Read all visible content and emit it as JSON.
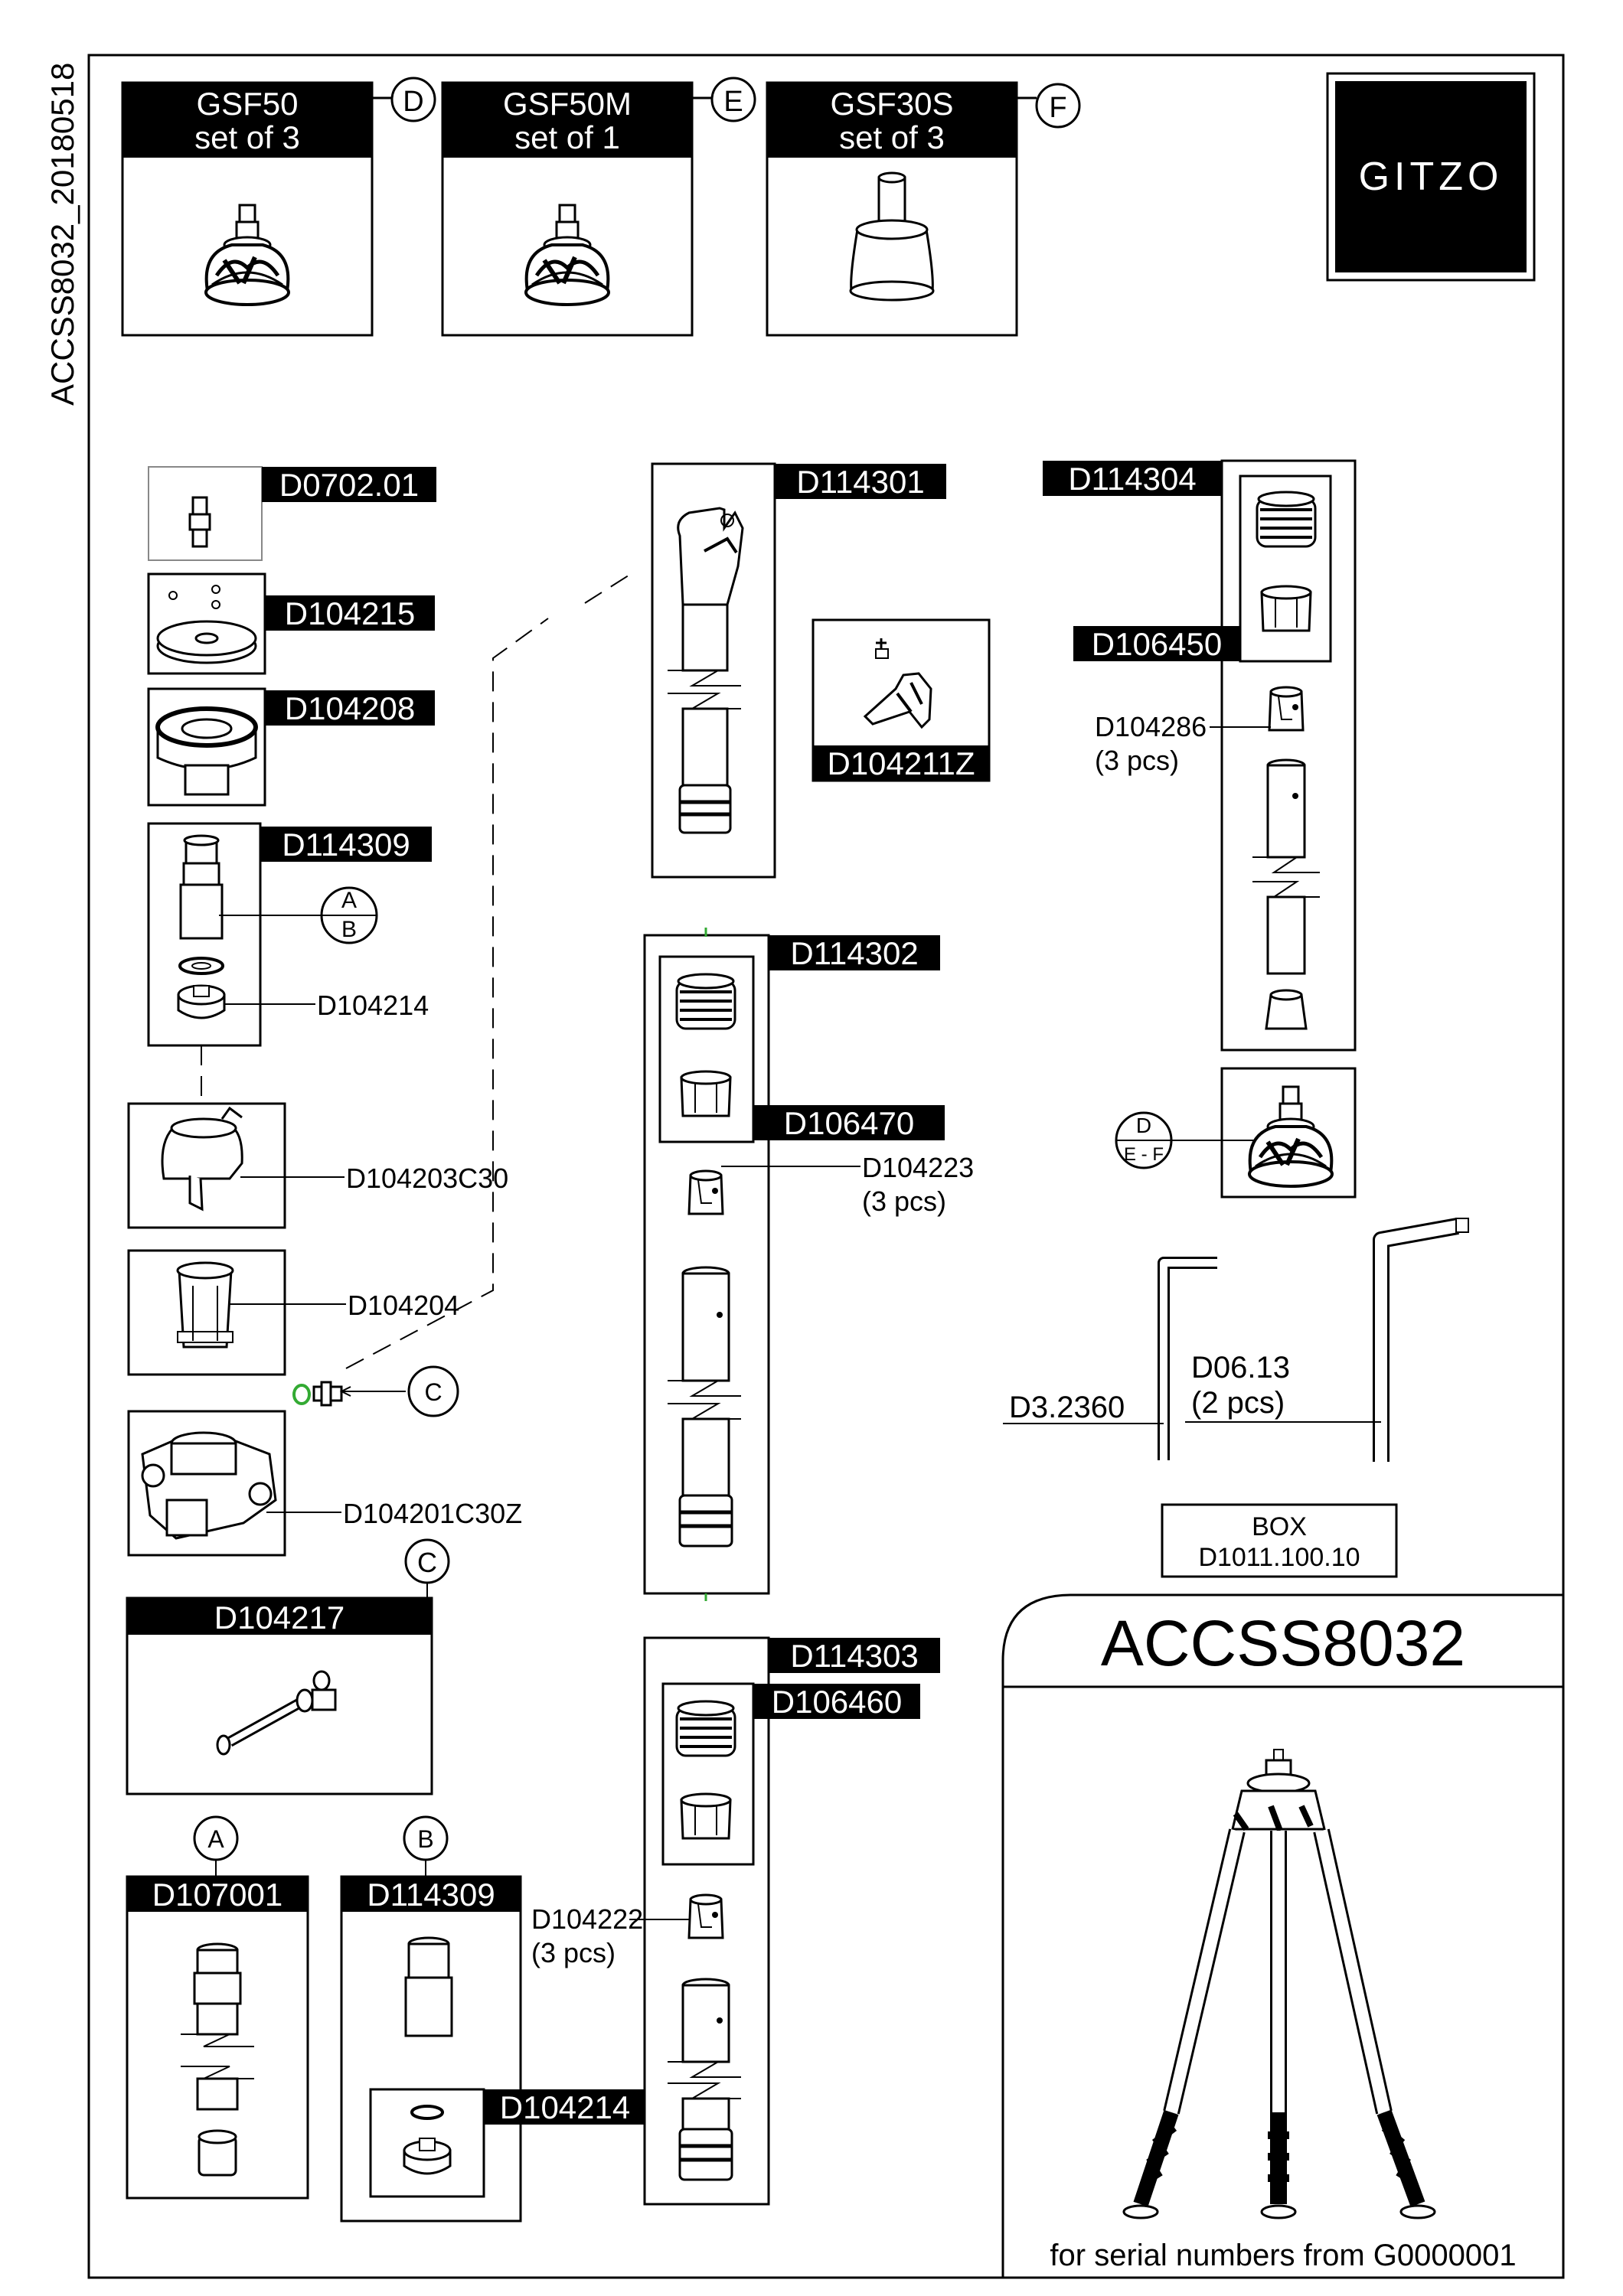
{
  "doc_code": "ACCSS8032_20180518",
  "brand": "GITZO",
  "title": "ACCSS8032",
  "footer_note": "for serial numbers from G0000001",
  "feet": [
    {
      "code": "GSF50",
      "qty": "set of 3",
      "letter": "D"
    },
    {
      "code": "GSF50M",
      "qty": "set of 1",
      "letter": "E"
    },
    {
      "code": "GSF30S",
      "qty": "set of 3",
      "letter": "F"
    }
  ],
  "parts": {
    "d0702": "D0702.01",
    "d104215": "D104215",
    "d104208": "D104208",
    "d114309": "D114309",
    "d104214": "D104214",
    "d104203": "D104203C30",
    "d104204": "D104204",
    "d104201": "D104201C30Z",
    "d104217": "D104217",
    "d107001": "D107001",
    "d114309b": "D114309",
    "d104214b": "D104214",
    "d114301": "D114301",
    "d104211z": "D104211Z",
    "d114302": "D114302",
    "d106470": "D106470",
    "d104223": "D104223",
    "d114303": "D114303",
    "d106460": "D106460",
    "d104222": "D104222",
    "d114304": "D114304",
    "d106450": "D106450",
    "d104286": "D104286",
    "d3": "D3.2360",
    "d06": "D06.13",
    "box_label": "BOX",
    "box_code": "D1011.100.10"
  },
  "qty": {
    "three_pcs": "(3 pcs)",
    "three_pcs_b": "(3 pcs)",
    "three_pcs_c": "(3 pcs)",
    "two_pcs": "(2 pcs)"
  },
  "callouts": {
    "a": "A",
    "b": "B",
    "c": "C",
    "c2": "C",
    "a2": "A",
    "b2": "B",
    "d": "D",
    "ef": "E - F"
  }
}
